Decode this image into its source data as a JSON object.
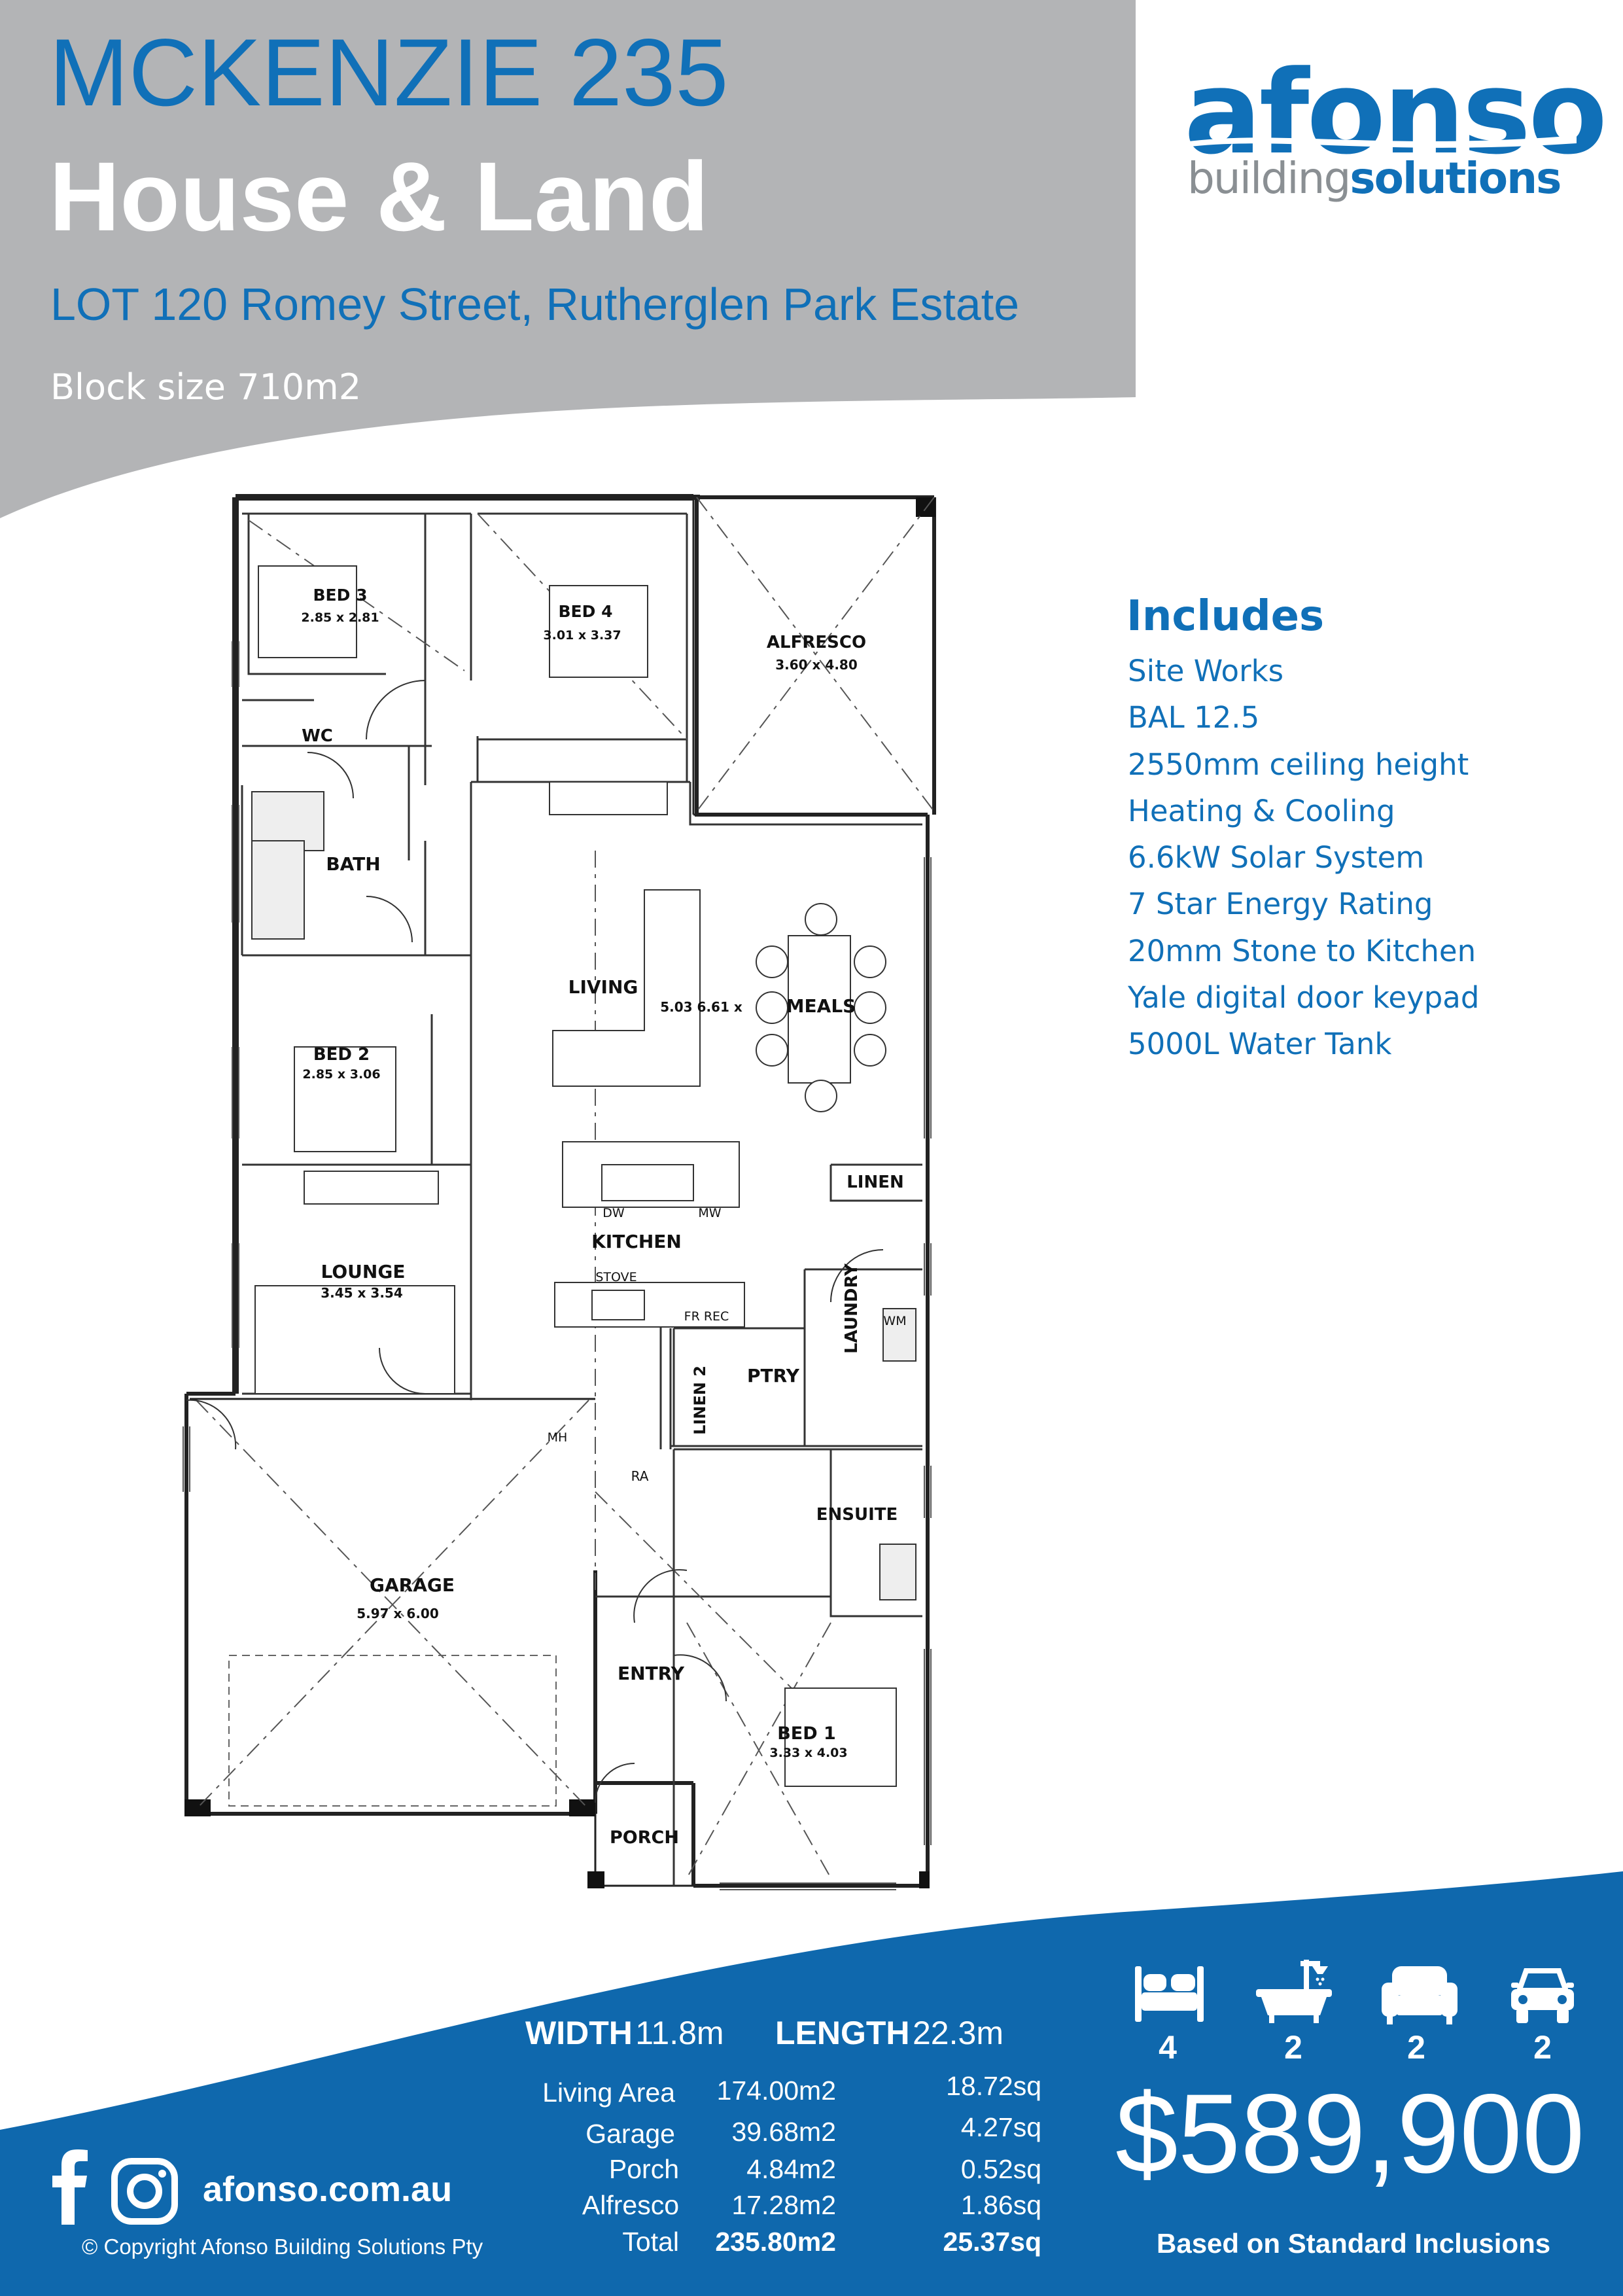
{
  "header": {
    "title": "MCKENZIE 235",
    "subtitle": "House & Land",
    "address": "LOT 120 Romey Street, Rutherglen Park Estate",
    "block_size": "Block size 710m2"
  },
  "logo": {
    "name": "afonso",
    "sub_a": "building",
    "sub_b": "solutions"
  },
  "includes": {
    "title": "Includes",
    "items": [
      "Site Works",
      "BAL 12.5",
      "2550mm ceiling height",
      "Heating & Cooling",
      "6.6kW Solar System",
      "7 Star Energy Rating",
      "20mm Stone to Kitchen",
      "Yale digital door keypad",
      "5000L Water Tank"
    ]
  },
  "floorplan": {
    "rooms": {
      "bed3": {
        "name": "BED 3",
        "size": "2.85 x 2.81"
      },
      "bed4": {
        "name": "BED 4",
        "size": "3.01 x 3.37"
      },
      "alfresco": {
        "name": "ALFRESCO",
        "size": "3.60 x 4.80"
      },
      "wc": {
        "name": "WC"
      },
      "bath": {
        "name": "BATH"
      },
      "living": {
        "name": "LIVING"
      },
      "living_size": "5.03 6.61 x",
      "meals": {
        "name": "MEALS"
      },
      "bed2": {
        "name": "BED 2",
        "size": "2.85 x 3.06"
      },
      "linen": {
        "name": "LINEN"
      },
      "dw": "DW",
      "mw": "MW",
      "kitchen": {
        "name": "KITCHEN"
      },
      "stove": "STOVE",
      "fr_rec": "FR REC",
      "lounge": {
        "name": "LOUNGE",
        "size": "3.45 x 3.54"
      },
      "laundry": {
        "name": "LAUNDRY"
      },
      "wm": "WM",
      "linen2": {
        "name": "LINEN 2"
      },
      "ptry": {
        "name": "PTRY"
      },
      "mh": "MH",
      "ra": "RA",
      "ensuite": {
        "name": "ENSUITE"
      },
      "garage": {
        "name": "GARAGE",
        "size": "5.97 x 6.00"
      },
      "entry": {
        "name": "ENTRY"
      },
      "bed1": {
        "name": "BED 1",
        "size": "3.33 x 4.03"
      },
      "porch": {
        "name": "PORCH"
      }
    }
  },
  "dimensions": {
    "width_label": "WIDTH",
    "width_value": "11.8m",
    "length_label": "LENGTH",
    "length_value": "22.3m"
  },
  "areas": [
    {
      "name": "Living Area",
      "m2": "174.00m2",
      "sq": "18.72sq"
    },
    {
      "name": "Garage",
      "m2": "39.68m2",
      "sq": "4.27sq"
    },
    {
      "name": "Porch",
      "m2": "4.84m2",
      "sq": "0.52sq"
    },
    {
      "name": "Alfresco",
      "m2": "17.28m2",
      "sq": "1.86sq"
    },
    {
      "name": "Total",
      "m2": "235.80m2",
      "sq": "25.37sq"
    }
  ],
  "features": [
    {
      "icon": "bed-icon",
      "count": "4"
    },
    {
      "icon": "bathtub-icon",
      "count": "2"
    },
    {
      "icon": "sofa-icon",
      "count": "2"
    },
    {
      "icon": "car-icon",
      "count": "2"
    }
  ],
  "price": "$589,900",
  "price_note": "Based on Standard Inclusions",
  "footer": {
    "website": "afonso.com.au",
    "copyright": "© Copyright Afonso Building Solutions Pty",
    "social_icons": [
      "facebook-icon",
      "instagram-icon"
    ]
  },
  "colors": {
    "brand_blue": "#1070b8",
    "footer_blue": "#0f68ad",
    "header_grey": "#b3b4b6"
  }
}
